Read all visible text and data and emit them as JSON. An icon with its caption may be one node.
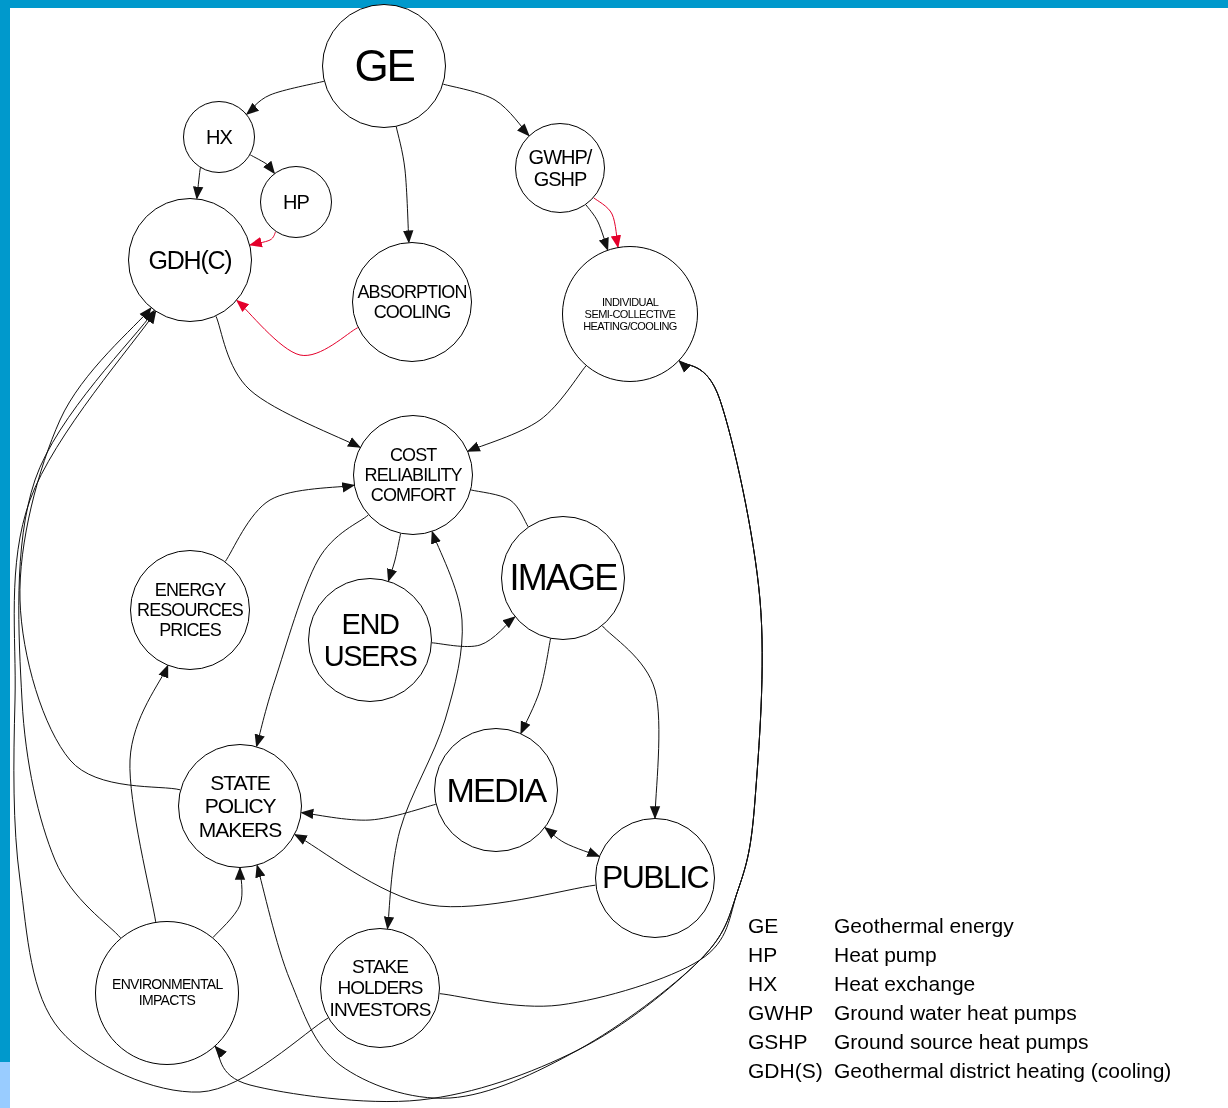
{
  "diagram": {
    "nodes": [
      {
        "text": [
          "GE"
        ]
      },
      {
        "text": [
          "HX"
        ]
      },
      {
        "text": [
          "HP"
        ]
      },
      {
        "text": [
          "GDH(C)"
        ]
      },
      {
        "text": [
          "ABSORPTION COOLING"
        ]
      },
      {
        "text": [
          "GWHP/ GSHP"
        ]
      },
      {
        "text": [
          "INDIVIDUAL SEMI-COLLECTIVE HEATING/COOLING"
        ]
      },
      {
        "text": [
          "COST RELIABILITY COMFORT"
        ]
      },
      {
        "text": [
          "ENERGY RESOURCES PRICES"
        ]
      },
      {
        "text": [
          "END USERS"
        ]
      },
      {
        "text": [
          "IMAGE"
        ]
      },
      {
        "text": [
          "STATE POLICY MAKERS"
        ]
      },
      {
        "text": [
          "MEDIA"
        ]
      },
      {
        "text": [
          "PUBLIC"
        ]
      },
      {
        "text": [
          "ENVIRONMENTAL IMPACTS"
        ]
      },
      {
        "text": [
          "STAKE HOLDERS INVESTORS"
        ]
      }
    ],
    "edges": [
      {
        "from": 0,
        "to": 1,
        "arrow": "to"
      },
      {
        "from": 0,
        "to": 4,
        "arrow": "to"
      },
      {
        "from": 0,
        "to": 5,
        "arrow": "to"
      },
      {
        "from": 1,
        "to": 3,
        "arrow": "to"
      },
      {
        "from": 1,
        "to": 2,
        "arrow": "to"
      },
      {
        "from": 2,
        "to": 3,
        "arrow": "to",
        "color": "#e4002b"
      },
      {
        "from": 5,
        "to": 6,
        "arrow": "to"
      },
      {
        "from": 5,
        "to": 6,
        "arrow": "to",
        "color": "#e4002b"
      },
      {
        "from": 4,
        "to": 3,
        "arrow": "to",
        "color": "#e4002b"
      },
      {
        "from": 3,
        "to": 7,
        "arrow": "to"
      },
      {
        "from": 6,
        "to": 7,
        "arrow": "to"
      },
      {
        "from": 8,
        "to": 7,
        "arrow": "to"
      },
      {
        "from": 7,
        "to": 9,
        "arrow": "to"
      },
      {
        "from": 7,
        "to": 11,
        "arrow": "to"
      },
      {
        "from": 7,
        "to": 15,
        "arrow": "both"
      },
      {
        "from": 7,
        "to": 10,
        "arrow": "none"
      },
      {
        "from": 9,
        "to": 10,
        "arrow": "to"
      },
      {
        "from": 10,
        "to": 12,
        "arrow": "to"
      },
      {
        "from": 10,
        "to": 13,
        "arrow": "to"
      },
      {
        "from": 12,
        "to": 11,
        "arrow": "to"
      },
      {
        "from": 12,
        "to": 13,
        "arrow": "both"
      },
      {
        "from": 13,
        "to": 11,
        "arrow": "to"
      },
      {
        "from": 14,
        "to": 11,
        "arrow": "to"
      },
      {
        "from": 14,
        "to": 8,
        "arrow": "to"
      },
      {
        "from": 11,
        "to": 3,
        "arrow": "to"
      },
      {
        "from": 14,
        "to": 3,
        "arrow": "to"
      },
      {
        "from": 15,
        "to": 3,
        "arrow": "to"
      },
      {
        "from": 15,
        "to": 6,
        "arrow": "to"
      },
      {
        "from": 6,
        "to": 11,
        "arrow": "to"
      },
      {
        "from": 6,
        "to": 14,
        "arrow": "to"
      }
    ],
    "labels": [
      "GE",
      "Geothermal energy",
      "HP",
      "Heat pump",
      "HX",
      "Heat exchange",
      "GWHP",
      "Ground water heat pumps",
      "GSHP",
      "Ground source heat pumps",
      "GDH(S)",
      "Geothermal district heating (cooling)"
    ]
  }
}
